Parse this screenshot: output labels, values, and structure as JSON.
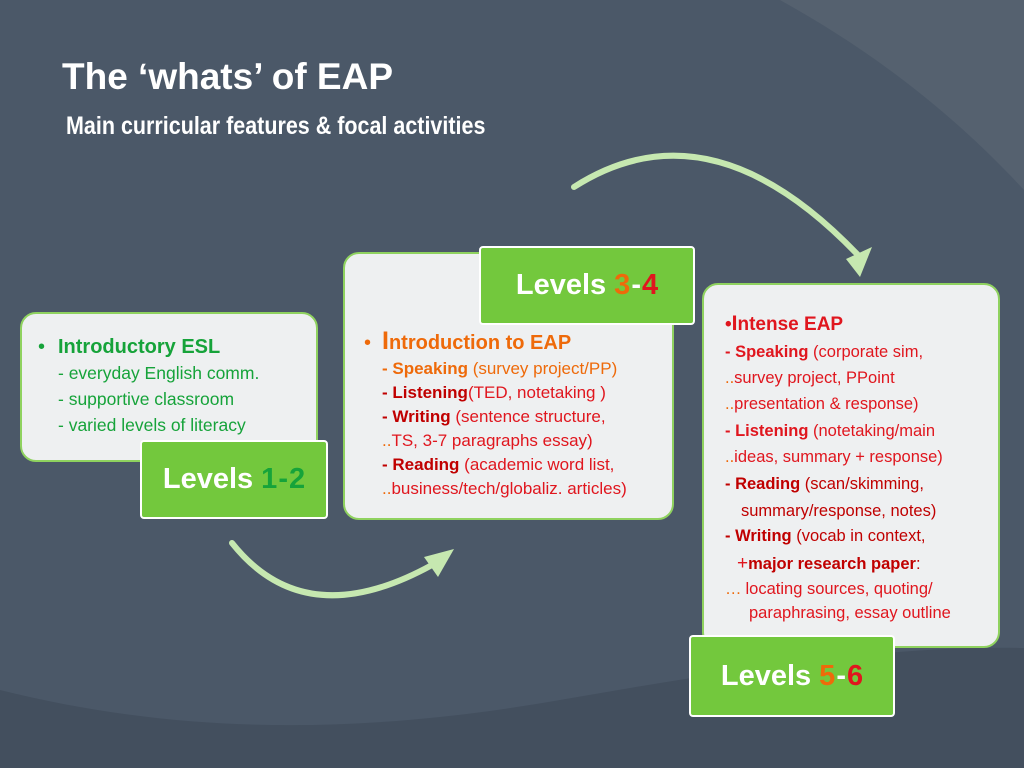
{
  "title": "The ‘whats’ of EAP",
  "subtitle": "Main curricular features & focal activities",
  "colors": {
    "background": "#4b5868",
    "card_fill": "#eef0f1",
    "green_border": "#8fd25f",
    "level_box": "#73c83d",
    "arrow": "#c6e8b0",
    "green_text": "#16a33a",
    "orange_text": "#ee6a0a",
    "red_text": "#e0161e"
  },
  "levels": {
    "word": "Levels",
    "dash": "-",
    "l1": {
      "a": "1",
      "b": "2"
    },
    "l2": {
      "a": "3",
      "b": "4"
    },
    "l3": {
      "a": "5",
      "b": "6"
    }
  },
  "card1": {
    "bullet": "•",
    "heading": "Introductory ESL",
    "items": [
      "- everyday English  comm.",
      "- supportive classroom",
      "- varied levels of literacy"
    ]
  },
  "card2": {
    "bullet": "•",
    "heading_first": "I",
    "heading_rest": "ntroduction to ",
    "heading_eap": "EAP",
    "speaking_label": "- Speaking",
    "speaking_text": "  (survey project/PP)",
    "listening_label": "- Listening",
    "listening_text": "(TED, notetaking )",
    "writing_label": "- Writing",
    "writing_text": " (sentence structure,",
    "writing_dots": "..",
    "writing_cont": "TS, 3-7 paragraphs essay)",
    "reading_label": "- Reading",
    "reading_text": " (academic word list,",
    "reading_dots": "..",
    "reading_cont": "business/tech/globaliz. articles)"
  },
  "card3": {
    "bullet": "•",
    "heading_first": "I",
    "heading_rest": "ntense ",
    "heading_eap": "EAP",
    "speaking_label": "- Speaking",
    "speaking_text": " (corporate sim,",
    "speaking_dots1": "..",
    "speaking_cont1": "survey project, PPoint",
    "speaking_dots2": "..",
    "speaking_cont2": "presentation & response)",
    "listening_label": "- Listening",
    "listening_text": " (notetaking/main",
    "listening_dots": "..",
    "listening_cont": "ideas, summary + response)",
    "reading_label": "- Reading",
    "reading_text": " (scan/skimming,",
    "reading_cont": "summary/response, notes)",
    "writing_label": "- Writing",
    "writing_text": " (vocab in context,",
    "research_plus": "+",
    "research_label": "major  research paper",
    "research_colon": ":",
    "research_dots": "…",
    "research_cont1": "locating sources, quoting/",
    "research_cont2": "paraphrasing, essay outline"
  }
}
